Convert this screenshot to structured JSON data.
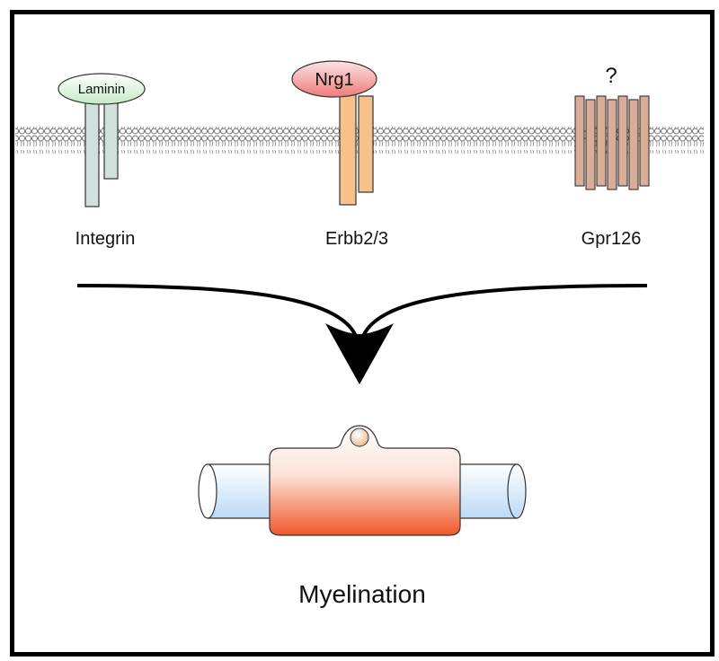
{
  "diagram": {
    "ligands": {
      "laminin": "Laminin",
      "nrg1": "Nrg1",
      "unknown": "?"
    },
    "receptors": {
      "integrin": "Integrin",
      "erbb": "Erbb2/3",
      "gpr126": "Gpr126"
    },
    "outcome": "Myelination",
    "colors": {
      "laminin_fill": "#d6efd6",
      "nrg1_fill": "#f08080",
      "integrin_fill": "#cfe0dd",
      "erbb_fill": "#f8c08a",
      "gpr126_fill": "#d9ad98",
      "axon_fill": "#bcd9f5",
      "myelin_fill": "#f0582a",
      "nucleus_fill": "#e7b990"
    }
  }
}
